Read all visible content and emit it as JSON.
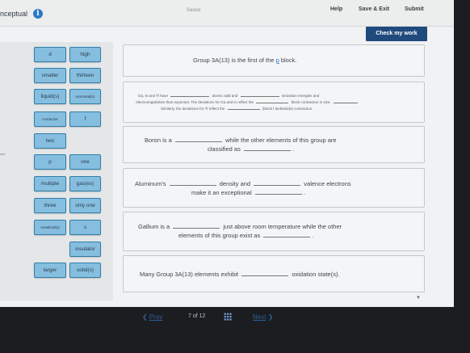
{
  "header": {
    "brand": "nceptual",
    "info_icon": "i",
    "saved": "Saved",
    "help": "Help",
    "save_exit": "Save & Exit",
    "submit": "Submit",
    "check_work": "Check my work"
  },
  "side_label": "ces",
  "tiles": [
    "d",
    "high",
    "smaller",
    "thirteen",
    "liquid(s)",
    "nonmetal(s)",
    "conductor",
    "f",
    "two",
    "p",
    "one",
    "multiple",
    "gas(es)",
    "three",
    "only one",
    "metalloid(s)",
    "s",
    "insulator",
    "larger",
    "solid(s)"
  ],
  "questions": {
    "q1": {
      "a": "Group 3A(13) is the first of the",
      "link": "p",
      "b": "block."
    },
    "q2": {
      "l1a": "Ga, In and Tl have",
      "l1b": "atomic radii and",
      "l1c": "ionization energies and",
      "l2a": "electronegativities than expected. The deviations for Ga and In reflect the",
      "l2b": "block contraction in size.",
      "l3a": "Similarly, the deviations for Tl reflect the",
      "l3b": "(block f lanthanide) contraction."
    },
    "q3": {
      "a": "Boron is a",
      "b": "while the other elements of this group are",
      "c": "classified as",
      "d": "."
    },
    "q4": {
      "a": "Aluminum's",
      "b": "density and",
      "c": "valence electrons",
      "d": "make it an exceptional",
      "e": "."
    },
    "q5": {
      "a": "Gallium is a",
      "b": "just above room temperature while the other",
      "c": "elements of this group exist as",
      "d": "."
    },
    "q6": {
      "a": "Many Group 3A(13) elements exhibit",
      "b": "oxidation state(s)."
    }
  },
  "pager": {
    "prev": "Prev",
    "page": "7",
    "of": "of",
    "total": "12",
    "next": "Next"
  }
}
